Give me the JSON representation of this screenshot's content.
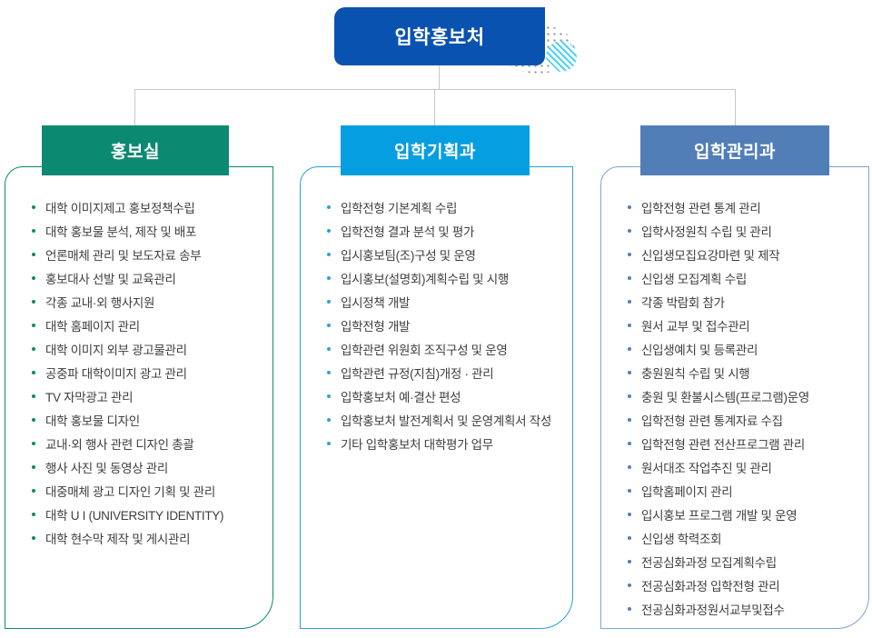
{
  "root": {
    "title": "입학홍보처",
    "bg": "#0A52B0"
  },
  "connector": {
    "color": "#C7C7C7"
  },
  "decoration": {
    "dots_color": "#9A9A9A",
    "circle_stripe_color": "#4ED4F2"
  },
  "departments": [
    {
      "name": "홍보실",
      "colors": {
        "header_bg": "#0C8A71",
        "border": "#0C8A71",
        "bullet": "#0C8A71"
      },
      "items": [
        "대학 이미지제고 홍보정책수립",
        "대학 홍보물 분석, 제작 및 배포",
        "언론매체 관리 및 보도자료 송부",
        "홍보대사 선발 및 교육관리",
        "각종 교내·외 행사지원",
        "대학 홈페이지 관리",
        "대학 이미지 외부 광고물관리",
        "공중파 대학이미지 광고 관리",
        "TV 자막광고 관리",
        "대학 홍보물 디자인",
        "교내·외 행사 관련 디자인 총괄",
        "행사 사진 및 동영상 관리",
        "대중매체 광고 디자인 기획 및 관리",
        "대학 U I (UNIVERSITY IDENTITY)",
        "대학 현수막 제작 및 게시관리"
      ]
    },
    {
      "name": "입학기획과",
      "colors": {
        "header_bg": "#059EE0",
        "border": "#2B9FDE",
        "bullet": "#2E9FE0"
      },
      "items": [
        "입학전형 기본계획 수립",
        "입학전형 결과 분석 및 평가",
        "입시홍보팀(조)구성 및 운영",
        "입시홍보(설명회)계획수립 및 시행",
        "입시정책 개발",
        "입학전형 개발",
        "입학관련 위원회 조직구성 및 운영",
        "입학관련 규정(지침)개정 · 관리",
        "입학홍보처 예·결산 편성",
        "입학홍보처 발전계획서 및 운영계획서 작성",
        "기타 입학홍보처 대학평가 업무"
      ]
    },
    {
      "name": "입학관리과",
      "colors": {
        "header_bg": "#527EB8",
        "border": "#7EA3D4",
        "bullet": "#527EB8"
      },
      "items": [
        "입학전형 관련 통계 관리",
        "입학사정원칙 수립 및 관리",
        "신입생모집요강마련 및 제작",
        "신입생 모집계획 수립",
        "각종 박람회 참가",
        "원서 교부 및 접수관리",
        "신입생예치 및 등록관리",
        "충원원칙 수립 및 시행",
        "충원 및 환불시스템(프로그램)운영",
        "입학전형 관련 통계자료 수집",
        "입학전형 관련 전산프로그램 관리",
        "원서대조 작업추진 및 관리",
        "입학홈페이지 관리",
        "입시홍보 프로그램 개발 및 운영",
        "신입생 학력조회",
        "전공심화과정 모집계획수립",
        "전공심화과정 입학전형 관리",
        "전공심화과정원서교부및접수"
      ]
    }
  ]
}
